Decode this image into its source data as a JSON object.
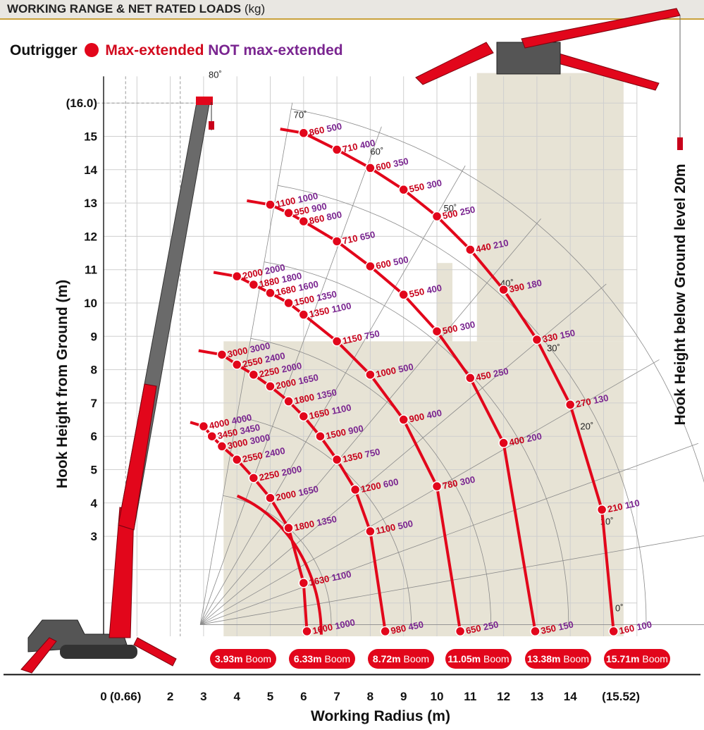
{
  "header": {
    "title_bold": "WORKING RANGE & NET RATED LOADS",
    "title_unit": "(kg)"
  },
  "legend": {
    "outrigger": "Outrigger",
    "max_label": "Max-extended",
    "not_label": "NOT max-extended"
  },
  "colors": {
    "max": "#c8001a",
    "not": "#7a2590",
    "curve": "#e2061b",
    "bg_building": "#e7e3d5"
  },
  "chart_data": {
    "type": "scatter",
    "xlabel": "Working Radius (m)",
    "ylabel": "Hook Height from Ground (m)",
    "right_label": "Hook Height below Ground level  20m",
    "xlim": [
      -2.5,
      17.5
    ],
    "ylim": [
      -1,
      17.5
    ],
    "x_ticks": [
      {
        "v": 0,
        "t": "0"
      },
      {
        "v": 0.66,
        "t": "(0.66)"
      },
      {
        "v": 2,
        "t": "2"
      },
      {
        "v": 3,
        "t": "3"
      },
      {
        "v": 4,
        "t": "4"
      },
      {
        "v": 5,
        "t": "5"
      },
      {
        "v": 6,
        "t": "6"
      },
      {
        "v": 7,
        "t": "7"
      },
      {
        "v": 8,
        "t": "8"
      },
      {
        "v": 9,
        "t": "9"
      },
      {
        "v": 10,
        "t": "10"
      },
      {
        "v": 11,
        "t": "11"
      },
      {
        "v": 12,
        "t": "12"
      },
      {
        "v": 13,
        "t": "13"
      },
      {
        "v": 14,
        "t": "14"
      },
      {
        "v": 15.52,
        "t": "(15.52)"
      }
    ],
    "y_ticks": [
      {
        "v": 3,
        "t": "3"
      },
      {
        "v": 4,
        "t": "4"
      },
      {
        "v": 5,
        "t": "5"
      },
      {
        "v": 6,
        "t": "6"
      },
      {
        "v": 7,
        "t": "7"
      },
      {
        "v": 8,
        "t": "8"
      },
      {
        "v": 9,
        "t": "9"
      },
      {
        "v": 10,
        "t": "10"
      },
      {
        "v": 11,
        "t": "11"
      },
      {
        "v": 12,
        "t": "12"
      },
      {
        "v": 13,
        "t": "13"
      },
      {
        "v": 14,
        "t": "14"
      },
      {
        "v": 15,
        "t": "15"
      },
      {
        "v": 16,
        "t": "(16.0)"
      }
    ],
    "angles": [
      "0˚",
      "10˚",
      "20˚",
      "30˚",
      "40˚",
      "50˚",
      "60˚",
      "70˚",
      "80˚"
    ],
    "booms": [
      {
        "length": "3.93m",
        "suffix": "Boom",
        "points": []
      },
      {
        "length": "6.33m",
        "suffix": "Boom",
        "points": [
          {
            "x": 3.0,
            "y": 6.3,
            "max": "4000",
            "not": "4000"
          },
          {
            "x": 3.25,
            "y": 6.0,
            "max": "3450",
            "not": "3450"
          },
          {
            "x": 3.55,
            "y": 5.7,
            "max": "3000",
            "not": "3000"
          },
          {
            "x": 4.0,
            "y": 5.3,
            "max": "2550",
            "not": "2400"
          },
          {
            "x": 4.5,
            "y": 4.75,
            "max": "2250",
            "not": "2000"
          },
          {
            "x": 5.0,
            "y": 4.15,
            "max": "2000",
            "not": "1650"
          },
          {
            "x": 5.55,
            "y": 3.25,
            "max": "1800",
            "not": "1350"
          },
          {
            "x": 6.0,
            "y": 1.6,
            "max": "1630",
            "not": "1100"
          },
          {
            "x": 6.1,
            "y": 0.15,
            "max": "1600",
            "not": "1000"
          }
        ]
      },
      {
        "length": "8.72m",
        "suffix": "Boom",
        "points": [
          {
            "x": 3.55,
            "y": 8.45,
            "max": "3000",
            "not": "3000"
          },
          {
            "x": 4.0,
            "y": 8.15,
            "max": "2550",
            "not": "2400"
          },
          {
            "x": 4.5,
            "y": 7.85,
            "max": "2250",
            "not": "2000"
          },
          {
            "x": 5.0,
            "y": 7.5,
            "max": "2000",
            "not": "1650"
          },
          {
            "x": 5.55,
            "y": 7.05,
            "max": "1800",
            "not": "1350"
          },
          {
            "x": 6.0,
            "y": 6.6,
            "max": "1650",
            "not": "1100"
          },
          {
            "x": 6.5,
            "y": 6.0,
            "max": "1500",
            "not": "900"
          },
          {
            "x": 7.0,
            "y": 5.3,
            "max": "1350",
            "not": "750"
          },
          {
            "x": 7.55,
            "y": 4.4,
            "max": "1200",
            "not": "600"
          },
          {
            "x": 8.0,
            "y": 3.15,
            "max": "1100",
            "not": "500"
          },
          {
            "x": 8.45,
            "y": 0.15,
            "max": "980",
            "not": "450"
          }
        ]
      },
      {
        "length": "11.05m",
        "suffix": "Boom",
        "points": [
          {
            "x": 4.0,
            "y": 10.8,
            "max": "2000",
            "not": "2000"
          },
          {
            "x": 4.5,
            "y": 10.55,
            "max": "1880",
            "not": "1800"
          },
          {
            "x": 5.0,
            "y": 10.3,
            "max": "1680",
            "not": "1600"
          },
          {
            "x": 5.55,
            "y": 10.0,
            "max": "1500",
            "not": "1350"
          },
          {
            "x": 6.0,
            "y": 9.65,
            "max": "1350",
            "not": "1100"
          },
          {
            "x": 7.0,
            "y": 8.85,
            "max": "1150",
            "not": "750"
          },
          {
            "x": 8.0,
            "y": 7.85,
            "max": "1000",
            "not": "500"
          },
          {
            "x": 9.0,
            "y": 6.5,
            "max": "900",
            "not": "400"
          },
          {
            "x": 10.0,
            "y": 4.5,
            "max": "780",
            "not": "300"
          },
          {
            "x": 10.7,
            "y": 0.15,
            "max": "650",
            "not": "250"
          }
        ]
      },
      {
        "length": "13.38m",
        "suffix": "Boom",
        "points": [
          {
            "x": 5.0,
            "y": 12.95,
            "max": "1100",
            "not": "1000"
          },
          {
            "x": 5.55,
            "y": 12.7,
            "max": "950",
            "not": "900"
          },
          {
            "x": 6.0,
            "y": 12.45,
            "max": "860",
            "not": "800"
          },
          {
            "x": 7.0,
            "y": 11.85,
            "max": "710",
            "not": "650"
          },
          {
            "x": 8.0,
            "y": 11.1,
            "max": "600",
            "not": "500"
          },
          {
            "x": 9.0,
            "y": 10.25,
            "max": "550",
            "not": "400"
          },
          {
            "x": 10.0,
            "y": 9.15,
            "max": "500",
            "not": "300"
          },
          {
            "x": 11.0,
            "y": 7.75,
            "max": "450",
            "not": "250"
          },
          {
            "x": 12.0,
            "y": 5.8,
            "max": "400",
            "not": "200"
          },
          {
            "x": 12.95,
            "y": 0.15,
            "max": "350",
            "not": "150"
          }
        ]
      },
      {
        "length": "15.71m",
        "suffix": "Boom",
        "points": [
          {
            "x": 6.0,
            "y": 15.1,
            "max": "860",
            "not": "500"
          },
          {
            "x": 7.0,
            "y": 14.6,
            "max": "710",
            "not": "400"
          },
          {
            "x": 8.0,
            "y": 14.05,
            "max": "600",
            "not": "350"
          },
          {
            "x": 9.0,
            "y": 13.4,
            "max": "550",
            "not": "300"
          },
          {
            "x": 10.0,
            "y": 12.6,
            "max": "500",
            "not": "250"
          },
          {
            "x": 11.0,
            "y": 11.6,
            "max": "440",
            "not": "210"
          },
          {
            "x": 12.0,
            "y": 10.4,
            "max": "390",
            "not": "180"
          },
          {
            "x": 13.0,
            "y": 8.9,
            "max": "330",
            "not": "150"
          },
          {
            "x": 14.0,
            "y": 6.95,
            "max": "270",
            "not": "130"
          },
          {
            "x": 14.95,
            "y": 3.8,
            "max": "210",
            "not": "110"
          },
          {
            "x": 15.3,
            "y": 0.15,
            "max": "160",
            "not": "100"
          }
        ]
      }
    ]
  }
}
